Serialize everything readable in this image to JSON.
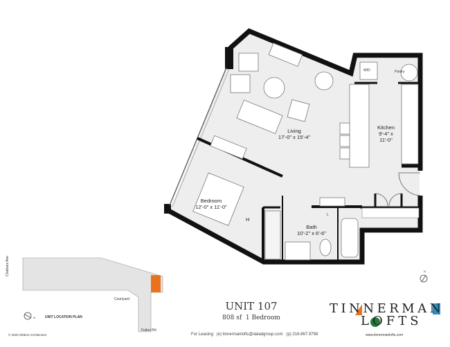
{
  "rooms": {
    "living": {
      "name": "Living",
      "size": "17'-0\" x 15'-4\""
    },
    "kitchen": {
      "name": "Kitchen",
      "size1": "9'-4\" x",
      "size2": "11'-0\""
    },
    "bedroom": {
      "name": "Bedroom",
      "size": "12'-0\" x 11'-0\""
    },
    "bath": {
      "name": "Bath",
      "size": "10'-2\" x 6'-6\""
    },
    "wd": "W/D",
    "pantry": "Pantry",
    "linen": "L",
    "hvac": "H"
  },
  "location_plan": {
    "title": "UNIT LOCATION PLAN",
    "street1": "Chatham Ave",
    "street2": "Fulton Rd",
    "courtyard": "Courtyard",
    "compass": "N",
    "highlight_color": "#e8731c"
  },
  "copyright": "© 2020 Gibbon Architecture",
  "unit": {
    "title": "UNIT 107",
    "details": "808 sf  1 Bedroom"
  },
  "contact": "For Leasing:  (e) tinnermanlofts@daladgroup.com   (p) 216.867.9798",
  "brand": {
    "line1": "TINNERMAN",
    "line2": "LOFTS",
    "url": "www.tinnermanlofts.com",
    "colors": {
      "orange": "#e8731c",
      "green": "#1f7a3a",
      "blue": "#2a8fc4"
    }
  },
  "compass": "N"
}
